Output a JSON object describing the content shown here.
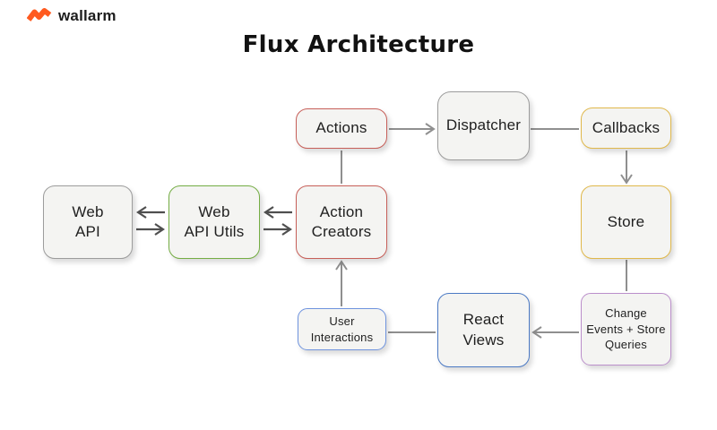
{
  "header": {
    "logo_text": "wallarm",
    "logo_color": "#FF5A1F"
  },
  "title": "Flux Architecture",
  "diagram": {
    "nodes": {
      "actions": {
        "label": "Actions",
        "border_color": "#c75f59"
      },
      "dispatcher": {
        "label": "Dispatcher",
        "border_color": "#9c9c9c"
      },
      "callbacks": {
        "label": "Callbacks",
        "border_color": "#e0b84b"
      },
      "web_api": {
        "label": "Web\nAPI",
        "border_color": "#9c9c9c"
      },
      "web_api_utils": {
        "label": "Web\nAPI Utils",
        "border_color": "#74ad44"
      },
      "action_creators": {
        "label": "Action\nCreators",
        "border_color": "#c75f59"
      },
      "store": {
        "label": "Store",
        "border_color": "#e0b84b"
      },
      "user_interactions": {
        "label": "User\nInteractions",
        "border_color": "#6e93de"
      },
      "react_views": {
        "label": "React\nViews",
        "border_color": "#4c7ac4"
      },
      "change_events": {
        "label": "Change\nEvents + Store\nQueries",
        "border_color": "#bb8fcb"
      }
    },
    "edges": [
      {
        "from": "actions",
        "to": "dispatcher",
        "arrowhead": true
      },
      {
        "from": "dispatcher",
        "to": "callbacks",
        "arrowhead": false
      },
      {
        "from": "callbacks",
        "to": "store",
        "arrowhead": true
      },
      {
        "from": "store",
        "to": "change_events",
        "arrowhead": false
      },
      {
        "from": "change_events",
        "to": "react_views",
        "arrowhead": true
      },
      {
        "from": "react_views",
        "to": "user_interactions",
        "arrowhead": false
      },
      {
        "from": "user_interactions",
        "to": "action_creators",
        "arrowhead": true
      },
      {
        "from": "action_creators",
        "to": "actions",
        "arrowhead": false
      },
      {
        "from": "web_api_utils",
        "to": "web_api",
        "arrowhead": true
      },
      {
        "from": "web_api",
        "to": "web_api_utils",
        "arrowhead": true
      },
      {
        "from": "action_creators",
        "to": "web_api_utils",
        "arrowhead": true
      },
      {
        "from": "web_api_utils",
        "to": "action_creators",
        "arrowhead": true
      }
    ],
    "edge_color": "#8f8f8f",
    "double_arrow_color": "#4f4f4f",
    "node_fill": "#f4f4f2"
  }
}
